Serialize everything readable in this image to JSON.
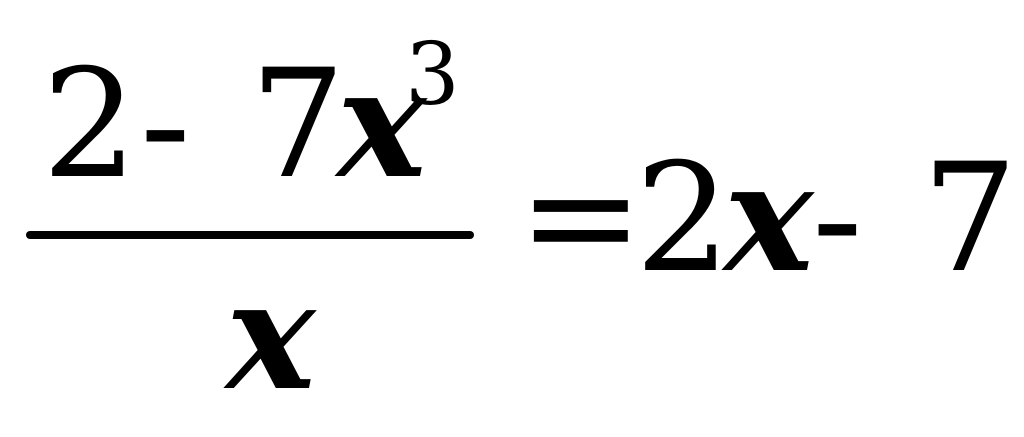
{
  "equation": {
    "numerator": {
      "constant": "2",
      "operator": "-",
      "coefficient": "7",
      "variable": "x",
      "exponent": "3"
    },
    "denominator": {
      "variable": "x"
    },
    "equals": "=",
    "rhs": {
      "coefficient": "2",
      "variable": "x",
      "operator": "-",
      "constant": "7"
    }
  }
}
